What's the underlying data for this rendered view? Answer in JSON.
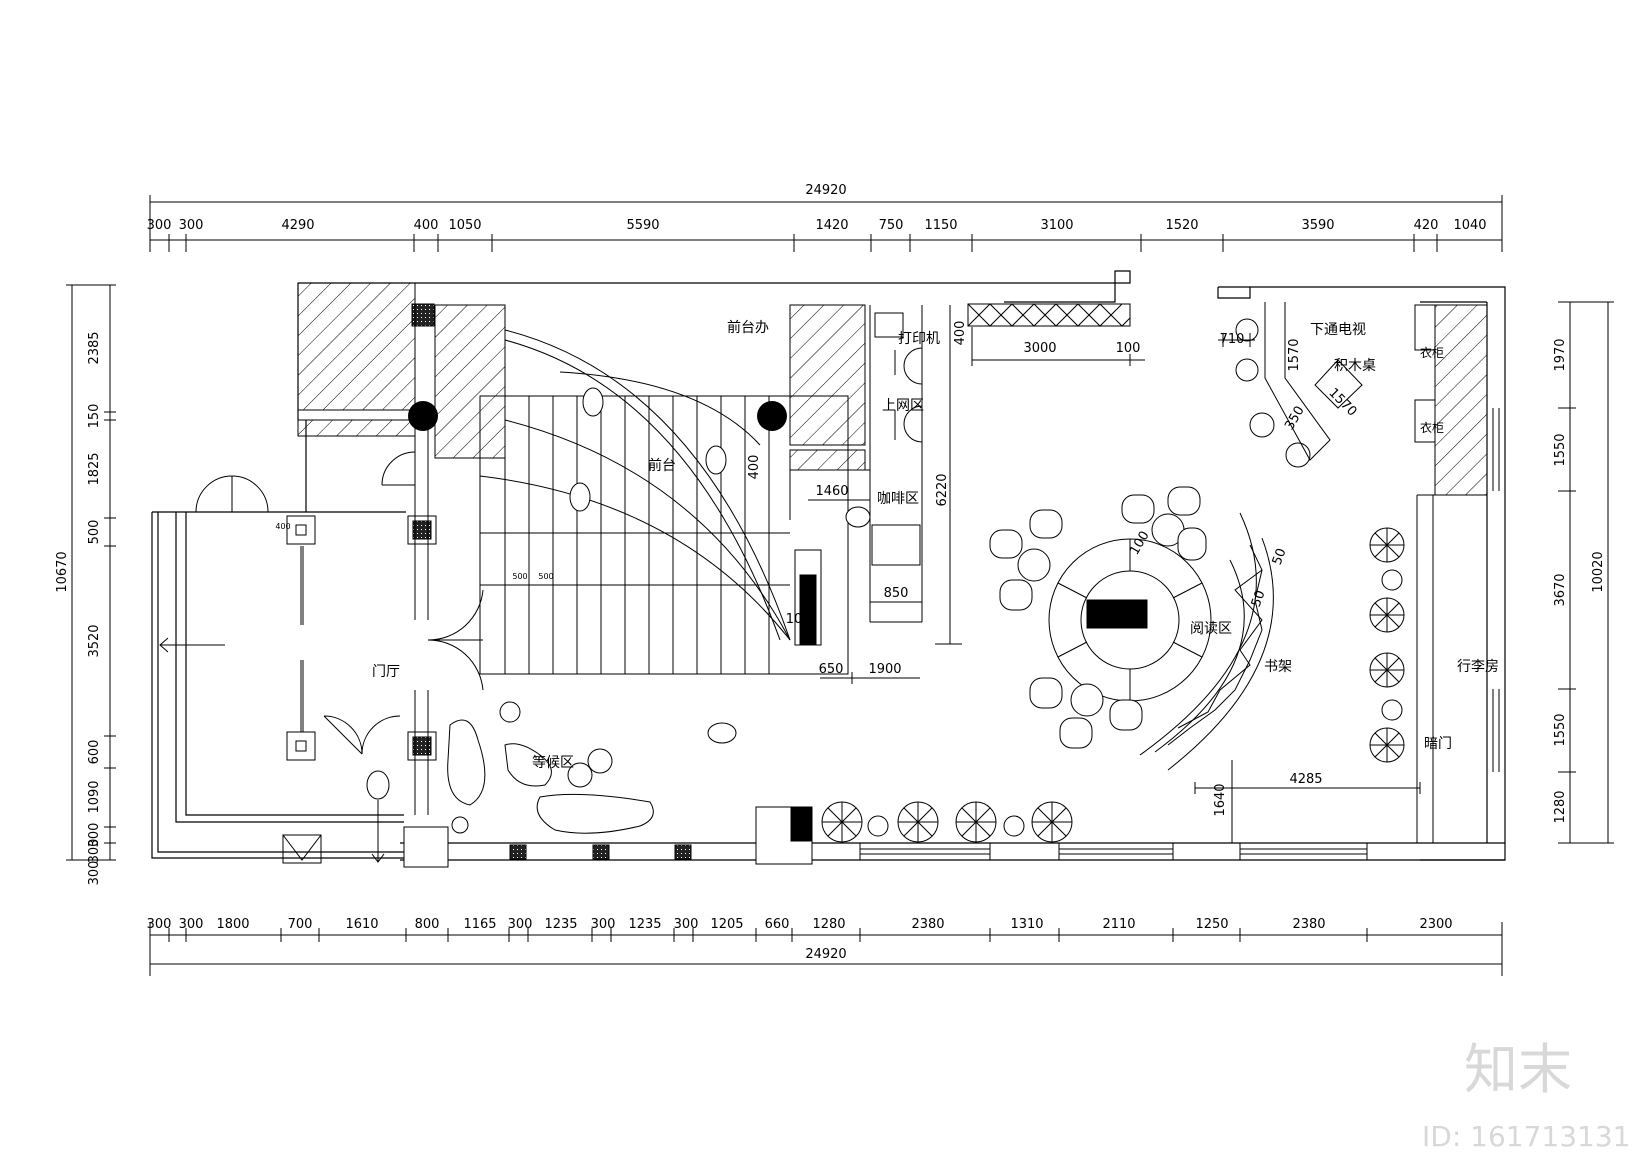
{
  "dims": {
    "top_total": "24920",
    "top_segments": [
      "300",
      "300",
      "4290",
      "400",
      "1050",
      "5590",
      "1420",
      "750",
      "1150",
      "3100",
      "1520",
      "3590",
      "420",
      "1040"
    ],
    "bottom_total": "24920",
    "bottom_segments": [
      "300",
      "300",
      "1800",
      "700",
      "1610",
      "800",
      "1165",
      "300",
      "1235",
      "300",
      "1235",
      "300",
      "1205",
      "660",
      "1280",
      "2380",
      "1310",
      "2110",
      "1250",
      "2380",
      "2300"
    ],
    "left_total": "10670",
    "left_segments": [
      "2385",
      "150",
      "1825",
      "500",
      "3520",
      "600",
      "1090",
      "300",
      "300",
      "300"
    ],
    "right_total": "10020",
    "right_segments": [
      "1970",
      "1550",
      "3670",
      "1550",
      "1280"
    ],
    "interior": [
      "3000",
      "100",
      "400",
      "710",
      "1570",
      "1570",
      "350",
      "6220",
      "400",
      "1460",
      "850",
      "650",
      "1900",
      "4285",
      "1640",
      "100",
      "50",
      "50",
      "10",
      "400",
      "500",
      "500"
    ]
  },
  "rooms": {
    "front_office": "前台办",
    "printer": "打印机",
    "internet": "上网区",
    "cafe": "咖啡区",
    "reception": "前台",
    "lobby": "门厅",
    "waiting": "等候区",
    "reading": "阅读区",
    "bookshelf": "书架",
    "luggage": "行李房",
    "tv": "下通电视",
    "blocks": "积木桌",
    "side_door": "暗门",
    "cabinet1": "衣柜",
    "cabinet2": "衣柜"
  },
  "watermark": {
    "brand": "知末",
    "id": "ID: 161713131"
  }
}
